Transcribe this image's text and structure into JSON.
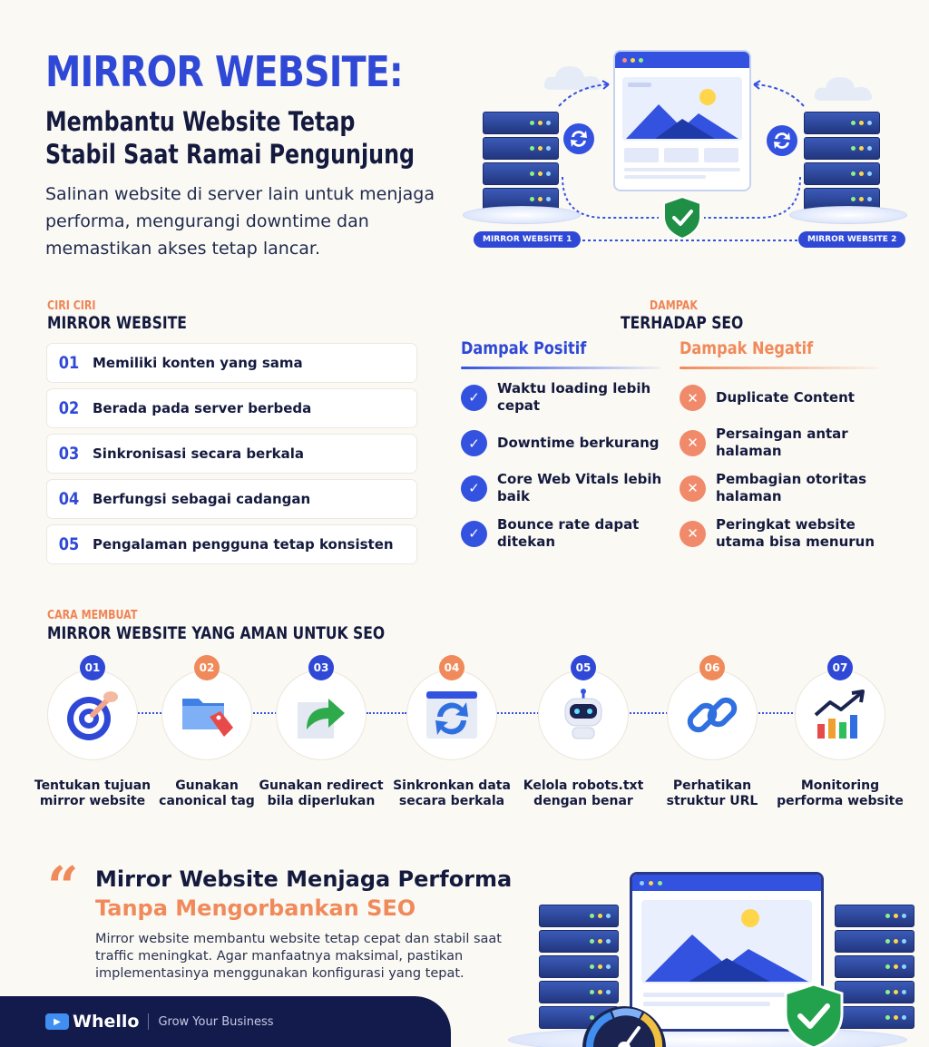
{
  "hero": {
    "title": "MIRROR WEBSITE:",
    "subtitle": "Membantu Website Tetap Stabil Saat Ramai Pengunjung",
    "description": "Salinan website di server lain untuk menjaga performa, mengurangi downtime dan memastikan akses tetap lancar.",
    "mirror_labels": [
      "MIRROR WEBSITE 1",
      "MIRROR WEBSITE 2"
    ]
  },
  "ciri": {
    "kicker": "CIRI CIRI",
    "title": "MIRROR WEBSITE",
    "items": [
      {
        "num": "01",
        "text": "Memiliki konten yang sama"
      },
      {
        "num": "02",
        "text": "Berada pada server berbeda"
      },
      {
        "num": "03",
        "text": "Sinkronisasi secara berkala"
      },
      {
        "num": "04",
        "text": "Berfungsi sebagai cadangan"
      },
      {
        "num": "05",
        "text": "Pengalaman pengguna tetap konsisten"
      }
    ]
  },
  "dampak": {
    "kicker": "DAMPAK",
    "title": "TERHADAP SEO",
    "positive": {
      "heading": "Dampak Positif",
      "items": [
        "Waktu loading lebih cepat",
        "Downtime berkurang",
        "Core Web Vitals lebih baik",
        "Bounce rate dapat ditekan"
      ]
    },
    "negative": {
      "heading": "Dampak Negatif",
      "items": [
        "Duplicate Content",
        "Persaingan antar halaman",
        "Pembagian otoritas halaman",
        "Peringkat website utama bisa menurun"
      ]
    }
  },
  "cara": {
    "kicker": "CARA MEMBUAT",
    "title": "MIRROR WEBSITE YANG AMAN UNTUK SEO",
    "steps": [
      {
        "num": "01",
        "label": "Tentukan tujuan mirror website",
        "icon": "target-icon"
      },
      {
        "num": "02",
        "label": "Gunakan canonical tag",
        "icon": "folder-tag-icon"
      },
      {
        "num": "03",
        "label": "Gunakan redirect bila diperlukan",
        "icon": "redirect-arrow-icon"
      },
      {
        "num": "04",
        "label": "Sinkronkan data secara berkala",
        "icon": "sync-icon"
      },
      {
        "num": "05",
        "label": "Kelola robots.txt dengan benar",
        "icon": "robot-icon"
      },
      {
        "num": "06",
        "label": "Perhatikan struktur URL",
        "icon": "link-icon"
      },
      {
        "num": "07",
        "label": "Monitoring performa website",
        "icon": "growth-chart-icon"
      }
    ]
  },
  "closing": {
    "title": "Mirror Website Menjaga Performa",
    "subtitle": "Tanpa Mengorbankan SEO",
    "description": "Mirror website membantu website tetap cepat dan stabil saat traffic meningkat. Agar manfaatnya maksimal, pastikan implementasinya menggunakan konfigurasi yang tepat."
  },
  "footer": {
    "brand": "Whello",
    "tagline": "Grow Your Business"
  },
  "colors": {
    "primary_blue": "#2f49d6",
    "accent_orange": "#f08a5a",
    "navy": "#141a3d",
    "background": "#fbf9f4"
  }
}
